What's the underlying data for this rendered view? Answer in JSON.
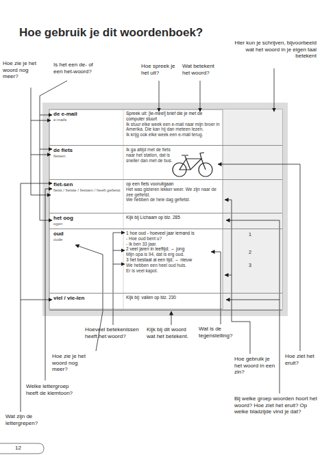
{
  "diagram": {
    "title": "Hoe gebruik je dit woordenboek?",
    "nodes": [
      {
        "text": [
          "de e-mail",
          "e-mails",
          "Spreek uit: [ie-meel] brief die je met de computer stuurt",
          "Ik stuur elke week een e-mail naar mijn broer in Amerika. Die kan hij dan meteen lezen.",
          "Ik krijg ook elke week een e-mail terug."
        ]
      },
      {
        "text": [
          "de fiets",
          "fietsen",
          "Ik ga altijd met de fiets naar het station, dat is sneller dan met de bus."
        ]
      },
      {
        "text": [
          "fiet-sen",
          "fietst / fietste / fietsten / heeft gefietst",
          "op een fiets vooruitgaan",
          "Het was gisteren lekker weer. We zijn naar de zee gefietst.",
          "We hebben de hele dag gefietst."
        ]
      },
      {
        "text": [
          "het oog",
          "ogen",
          "Kijk bij Lichaam op blz. 285"
        ]
      },
      {
        "text": [
          "oud",
          "oude",
          "1 hoe oud - hoeveel jaar iemand is",
          "- Hoe oud bent u?",
          "- Ik ben 33 jaar.",
          "2 veel jaren in leeftijd; ⇔ jong",
          "Mijn opa is 94, dat is erg oud.",
          "3 het bestaat al een tijd; ⇔ nieuw",
          "We hebben een heel oud huis.",
          "Er is veel kapot.",
          "1",
          "2",
          "3"
        ]
      },
      {
        "text": [
          "viel / vie-len",
          "Kijk bij: vallen op blz. 230"
        ]
      }
    ],
    "labels": [
      "Hoe zie je het woord nog meer?",
      "Is het een de- of een het-woord?",
      "Hoe spreek je het uit?",
      "Wat betekent het woord?",
      "Hier kun je schrijven, bijvoorbeeld wat het woord in je eigen taal betekent",
      "Hoeveel betekenissen heeft het woord?",
      "Kijk bij dit woord wat het betekent.",
      "Wat is de tegenstelling?",
      "Hoe ziet het eruit?",
      "Hoe zie je het woord nog meer?",
      "Hoe gebruik je het woord in een zin?",
      "Welke lettergroep heeft de klemtoon?",
      "Bij welke groep woorden hoort het woord? Hoe ziet het eruit? Op welke bladzijde vind je dat?",
      "Wat zijn de lettergrepen?",
      "12"
    ]
  }
}
